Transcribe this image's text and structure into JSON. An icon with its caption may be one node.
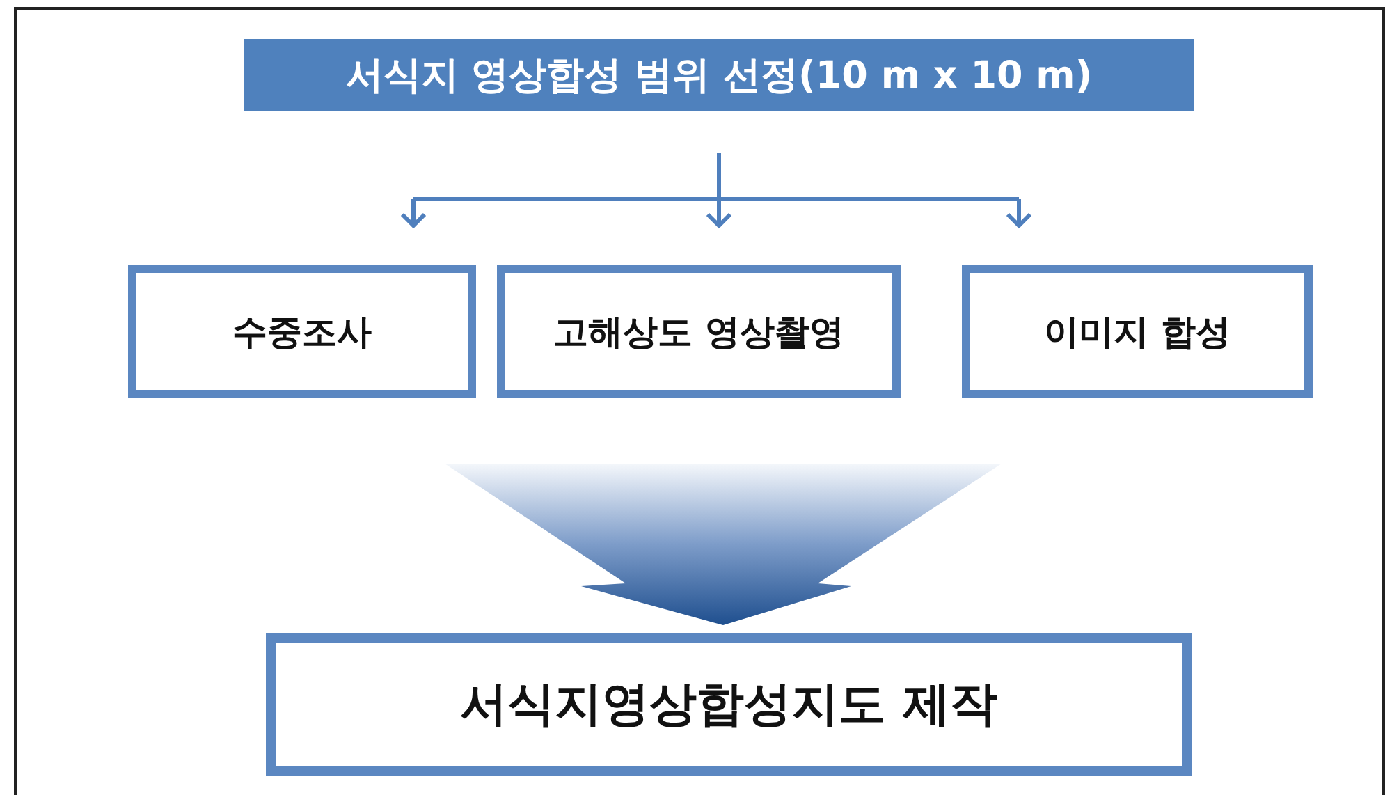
{
  "diagram": {
    "nodes": [
      {
        "text": [
          "서식지 영상합성 범위 선정(10 m x 10 m)"
        ]
      },
      {
        "text": [
          "수중조사"
        ]
      },
      {
        "text": [
          "고해상도 영상촬영"
        ]
      },
      {
        "text": [
          "이미지 합성"
        ]
      },
      {
        "text": [
          "서식지영상합성지도 제작"
        ]
      }
    ],
    "edges": [
      {
        "from": 0,
        "to": 1,
        "arrow": "to"
      },
      {
        "from": 0,
        "to": 2,
        "arrow": "to"
      },
      {
        "from": 0,
        "to": 3,
        "arrow": "to"
      },
      {
        "from": 1,
        "to": 4,
        "arrow": "to",
        "style": "thick"
      },
      {
        "from": 2,
        "to": 4,
        "arrow": "to",
        "style": "thick"
      },
      {
        "from": 3,
        "to": 4,
        "arrow": "to",
        "style": "thick"
      }
    ]
  }
}
